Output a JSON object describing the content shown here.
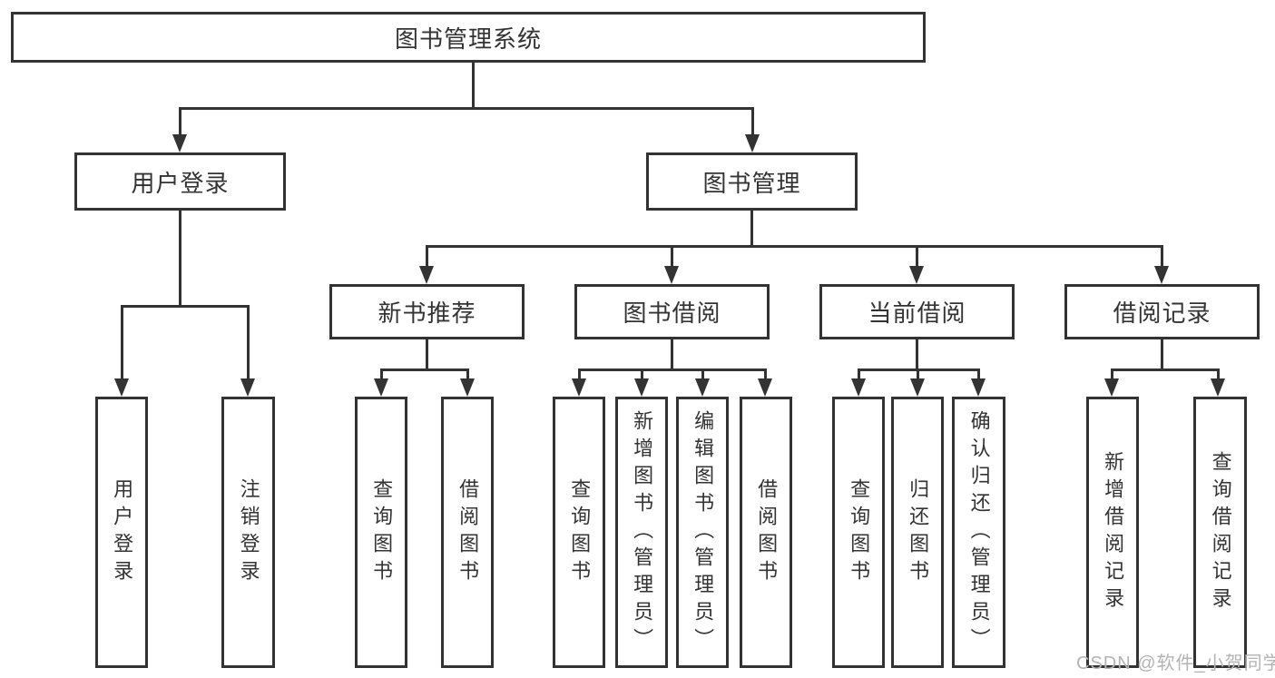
{
  "diagram": {
    "root": {
      "label": "图书管理系统"
    },
    "level2": [
      {
        "label": "用户登录"
      },
      {
        "label": "图书管理"
      }
    ],
    "level3": [
      {
        "label": "新书推荐"
      },
      {
        "label": "图书借阅"
      },
      {
        "label": "当前借阅"
      },
      {
        "label": "借阅记录"
      }
    ],
    "leaves": [
      {
        "label": "用户登录",
        "parent": "用户登录"
      },
      {
        "label": "注销登录",
        "parent": "用户登录"
      },
      {
        "label": "查询图书",
        "parent": "新书推荐"
      },
      {
        "label": "借阅图书",
        "parent": "新书推荐"
      },
      {
        "label": "查询图书",
        "parent": "图书借阅"
      },
      {
        "label": "新增图书（管理员）",
        "parent": "图书借阅"
      },
      {
        "label": "编辑图书（管理员）",
        "parent": "图书借阅"
      },
      {
        "label": "借阅图书",
        "parent": "图书借阅"
      },
      {
        "label": "查询图书",
        "parent": "当前借阅"
      },
      {
        "label": "归还图书",
        "parent": "当前借阅"
      },
      {
        "label": "确认归还（管理员）",
        "parent": "当前借阅"
      },
      {
        "label": "新增借阅记录",
        "parent": "借阅记录"
      },
      {
        "label": "查询借阅记录",
        "parent": "借阅记录"
      }
    ]
  },
  "watermark": "CSDN @软件_小贺同学",
  "colors": {
    "line": "#333333",
    "text": "#333333",
    "watermark": "#b3b3b3",
    "background": "#ffffff"
  }
}
